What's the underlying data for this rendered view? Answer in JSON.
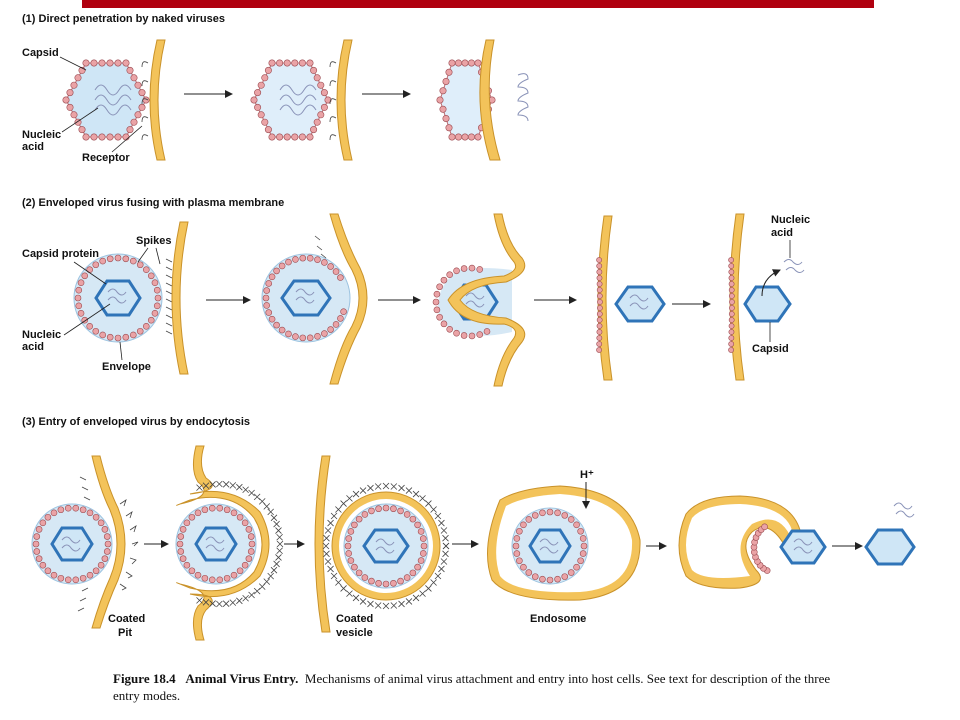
{
  "sections": [
    {
      "title": "(1) Direct penetration by naked viruses"
    },
    {
      "title": "(2) Enveloped virus fusing with plasma membrane"
    },
    {
      "title": "(3) Entry of enveloped virus by endocytosis"
    }
  ],
  "labels": {
    "capsid": "Capsid",
    "nucleic_1": "Nucleic",
    "acid_1": "acid",
    "receptor": "Receptor",
    "spikes": "Spikes",
    "capsid_protein": "Capsid protein",
    "nucleic_2": "Nucleic",
    "acid_2": "acid",
    "envelope": "Envelope",
    "nucleic_3": "Nucleic",
    "acid_3": "acid",
    "capsid_2": "Capsid",
    "hplus": "H⁺",
    "coated_1": "Coated",
    "pit": "Pit",
    "coated_2": "Coated",
    "vesicle": "vesicle",
    "endosome": "Endosome"
  },
  "caption": {
    "figure": "Figure 18.4",
    "title": "Animal Virus Entry.",
    "text": "Mechanisms of animal virus attachment and entry into host cells. See text for description of the three entry modes."
  },
  "colors": {
    "topbar": "#b0000f",
    "membrane": "#f3c35a",
    "capsid": "#2f74b8",
    "envelope_beads": "#eaa3a6"
  }
}
